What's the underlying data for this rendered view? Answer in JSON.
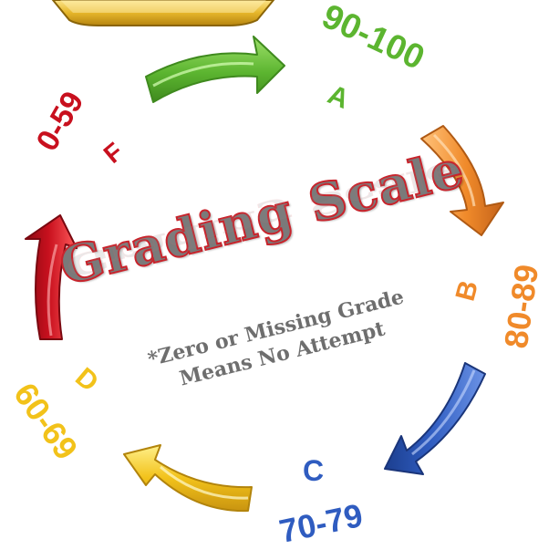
{
  "colors": {
    "green": "#5cb530",
    "orange": "#f08a2a",
    "blue": "#2f5cc0",
    "yellow": "#f2c21a",
    "red": "#c8101e",
    "title_fill": "#7a7a7a",
    "title_outline": "#c8242c",
    "note_text": "#6e6e6e"
  },
  "title": "Grading Scale",
  "note": {
    "line1": "*Zero or Missing Grade",
    "line2": "Means No Attempt"
  },
  "grades": {
    "a": {
      "letter": "A",
      "range": "90-100"
    },
    "b": {
      "letter": "B",
      "range": "80-89"
    },
    "c": {
      "letter": "C",
      "range": "70-79"
    },
    "d": {
      "letter": "D",
      "range": "60-69"
    },
    "f": {
      "letter": "F",
      "range": "0-59"
    }
  },
  "arrows": [
    {
      "name": "green-arrow-icon",
      "color": "green"
    },
    {
      "name": "orange-arrow-icon",
      "color": "orange"
    },
    {
      "name": "blue-arrow-icon",
      "color": "blue"
    },
    {
      "name": "yellow-arrow-icon",
      "color": "yellow"
    },
    {
      "name": "red-arrow-icon",
      "color": "red"
    }
  ]
}
